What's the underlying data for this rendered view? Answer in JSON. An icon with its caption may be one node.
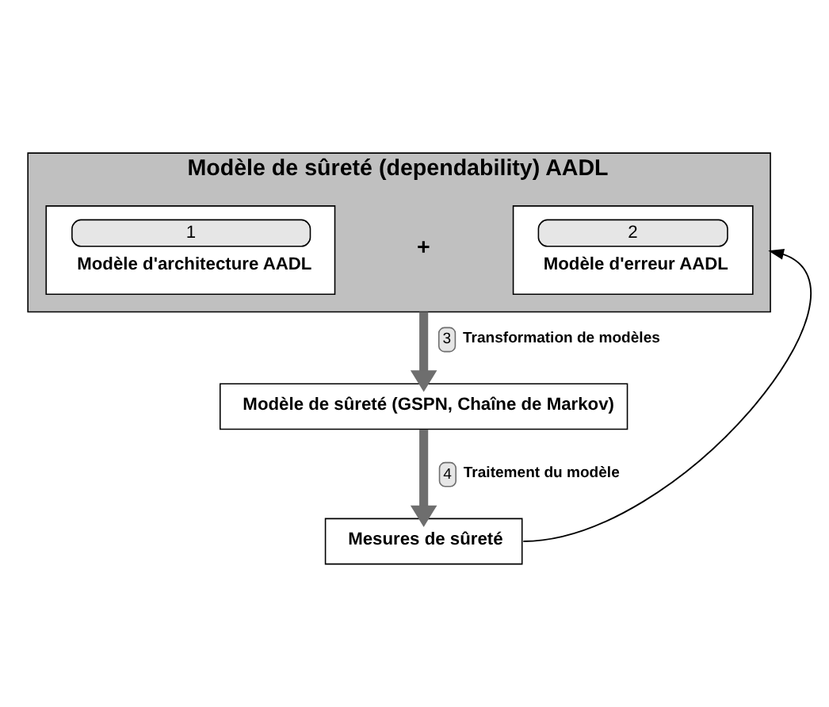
{
  "diagram": {
    "nodes": [
      {
        "text": [
          "Modèle de sûreté (dependability) AADL"
        ]
      },
      {
        "text": [
          "1",
          "Modèle d'architecture AADL"
        ],
        "in": 0
      },
      {
        "text": [
          "2",
          "Modèle d'erreur AADL"
        ],
        "in": 0
      },
      {
        "text": [
          "Modèle de sûreté (GSPN, Chaîne de Markov)"
        ]
      },
      {
        "text": [
          "Mesures de sûreté"
        ]
      }
    ],
    "edges": [
      {
        "from": 0,
        "to": 3,
        "arrow": "to",
        "label": "Transformation de modèles"
      },
      {
        "from": 3,
        "to": 4,
        "arrow": "to",
        "label": "Traitement du modèle"
      },
      {
        "from": 4,
        "to": 0,
        "arrow": "to",
        "color": "#000000"
      }
    ],
    "labels": [
      "+",
      "3",
      "4"
    ]
  }
}
